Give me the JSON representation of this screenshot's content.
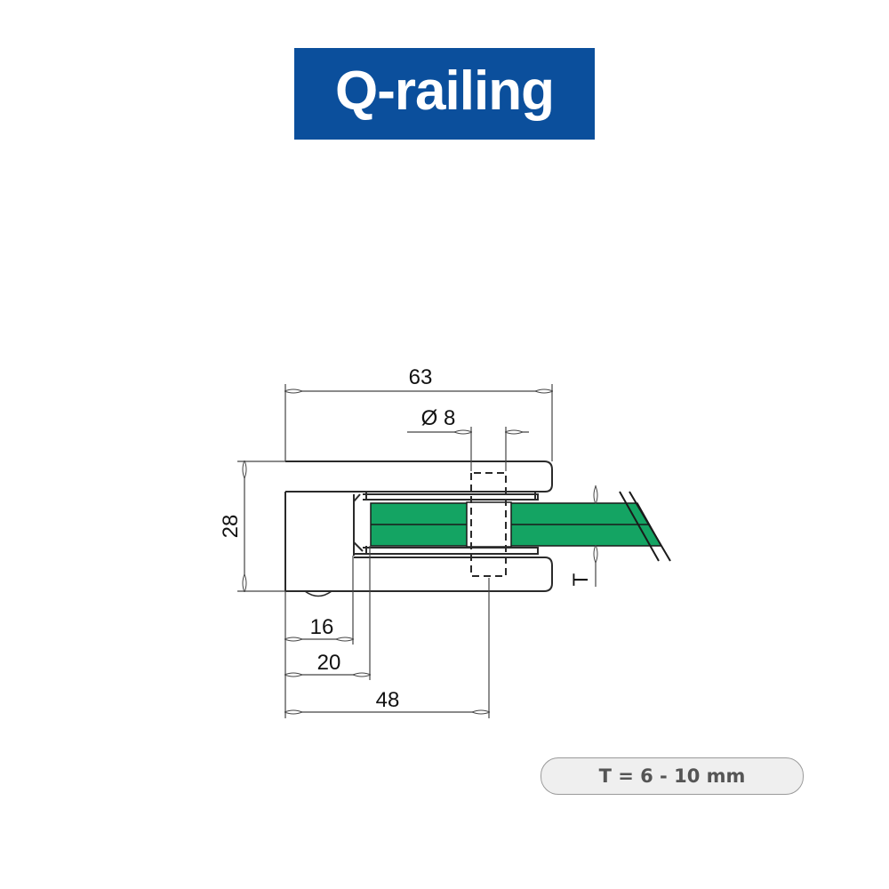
{
  "logo": {
    "text": "Q-railing",
    "background": "#0B4F9C",
    "color": "#FFFFFF"
  },
  "drawing": {
    "glass_color": "#14A463",
    "dimensions": {
      "overall_width": "63",
      "hole_diameter": "Ø 8",
      "height": "28",
      "inner_offset_1": "16",
      "inner_offset_2": "20",
      "hole_center": "48",
      "glass_thickness_label": "T"
    }
  },
  "badge": {
    "text": "T = 6 - 10 mm"
  }
}
